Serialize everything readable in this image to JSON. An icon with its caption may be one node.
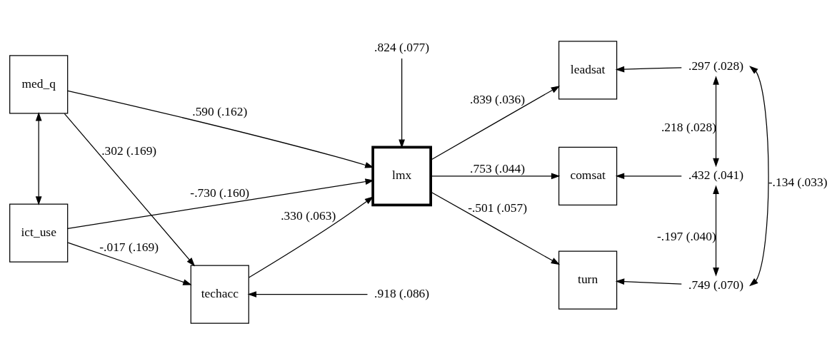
{
  "diagram": {
    "nodes": [
      {
        "text": [
          "techacc"
        ]
      },
      {
        "text": [
          ".918 (.086)"
        ]
      },
      {
        "text": [
          "leadsat"
        ]
      },
      {
        "text": [
          ".297 (.028)"
        ]
      },
      {
        "text": [
          "ict_use"
        ]
      },
      {
        "text": [
          "lmx"
        ]
      },
      {
        "text": [
          ".824 (.077)"
        ]
      },
      {
        "text": [
          "comsat"
        ]
      },
      {
        "text": [
          ".432 (.041)"
        ]
      },
      {
        "text": [
          "med_q"
        ]
      },
      {
        "text": [
          "turn"
        ]
      },
      {
        "text": [
          ".749 (.070)"
        ]
      }
    ],
    "edges": [
      {
        "from": 1,
        "to": 0,
        "arrow": "to"
      },
      {
        "from": 4,
        "to": 0,
        "arrow": "to",
        "label": "-.017 (.169)"
      },
      {
        "from": 9,
        "to": 0,
        "arrow": "to",
        "label": ".302 (.169)"
      },
      {
        "from": 0,
        "to": 5,
        "arrow": "to",
        "label": ".330 (.063)"
      },
      {
        "from": 4,
        "to": 5,
        "arrow": "to",
        "label": "-.730 (.160)"
      },
      {
        "from": 9,
        "to": 5,
        "arrow": "to",
        "label": ".590 (.162)"
      },
      {
        "from": 4,
        "to": 9,
        "arrow": "both"
      },
      {
        "from": 6,
        "to": 5,
        "arrow": "to"
      },
      {
        "from": 5,
        "to": 2,
        "arrow": "to",
        "label": ".839 (.036)"
      },
      {
        "from": 5,
        "to": 7,
        "arrow": "to",
        "label": ".753 (.044)"
      },
      {
        "from": 5,
        "to": 10,
        "arrow": "to",
        "label": "-.501 (.057)"
      },
      {
        "from": 3,
        "to": 2,
        "arrow": "to"
      },
      {
        "from": 8,
        "to": 7,
        "arrow": "to"
      },
      {
        "from": 11,
        "to": 10,
        "arrow": "to"
      },
      {
        "from": 3,
        "to": 8,
        "arrow": "both",
        "label": ".218 (.028)"
      },
      {
        "from": 3,
        "to": 11,
        "arrow": "both",
        "label": "-.134 (.033)"
      },
      {
        "from": 8,
        "to": 11,
        "arrow": "both",
        "label": "-.197 (.040)"
      }
    ]
  }
}
